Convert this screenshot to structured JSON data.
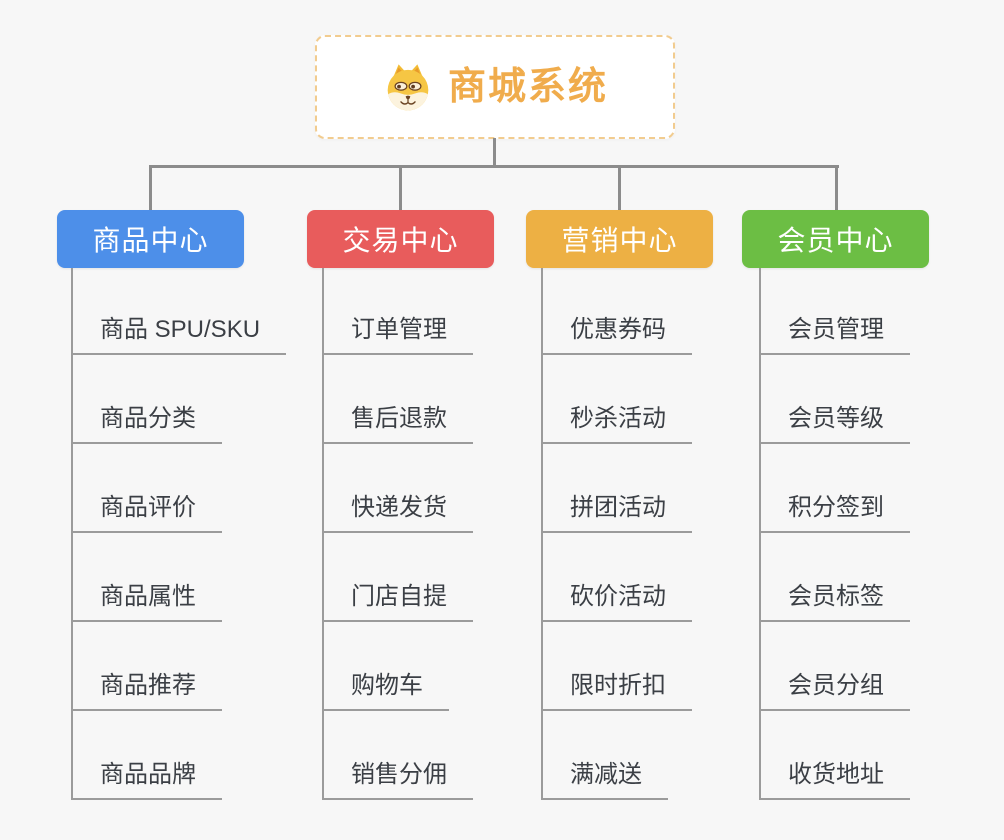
{
  "root": {
    "title": "商城系统",
    "icon": "dog-face-icon"
  },
  "branches": [
    {
      "label": "商品中心",
      "color": "#4d8fe9",
      "children": [
        "商品 SPU/SKU",
        "商品分类",
        "商品评价",
        "商品属性",
        "商品推荐",
        "商品品牌"
      ]
    },
    {
      "label": "交易中心",
      "color": "#e85c5c",
      "children": [
        "订单管理",
        "售后退款",
        "快递发货",
        "门店自提",
        "购物车",
        "销售分佣"
      ]
    },
    {
      "label": "营销中心",
      "color": "#edb044",
      "children": [
        "优惠券码",
        "秒杀活动",
        "拼团活动",
        "砍价活动",
        "限时折扣",
        "满减送"
      ]
    },
    {
      "label": "会员中心",
      "color": "#6cbe44",
      "children": [
        "会员管理",
        "会员等级",
        "积分签到",
        "会员标签",
        "会员分组",
        "收货地址"
      ]
    }
  ],
  "colors": {
    "background": "#f7f7f7",
    "connector": "#8c8c8c",
    "underline": "#9b9b9b",
    "leaf_text": "#3b3f45",
    "root_accent": "#f0ac4c",
    "root_border": "#f2cc8f",
    "root_background": "#ffffff",
    "header_text": "#ffffff"
  }
}
